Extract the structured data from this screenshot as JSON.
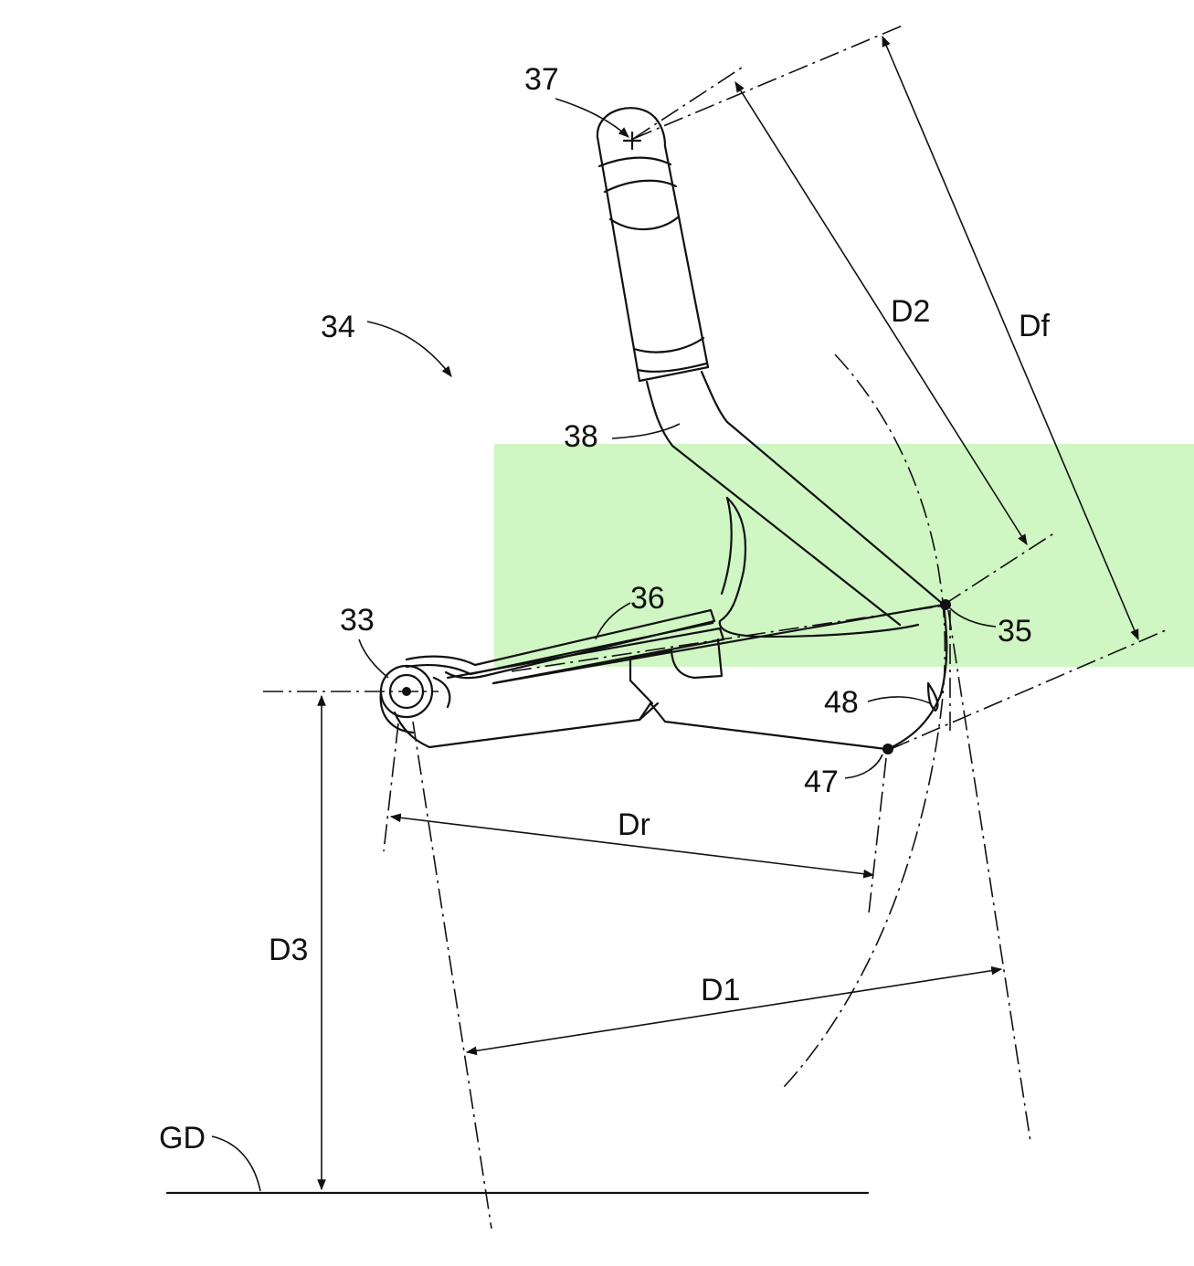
{
  "figure": {
    "labels": {
      "assembly": "34",
      "pivot": "33",
      "hinge_point": "35",
      "arm": "36",
      "grip_end": "37",
      "shaft": "38",
      "rim_point": "47",
      "curve": "48",
      "ground": "GD",
      "d_rear": "Dr",
      "d_one": "D1",
      "d_two": "D2",
      "d_three": "D3",
      "d_front": "Df"
    },
    "highlight_color": "#c8f5b8",
    "line_color": "#111111"
  }
}
